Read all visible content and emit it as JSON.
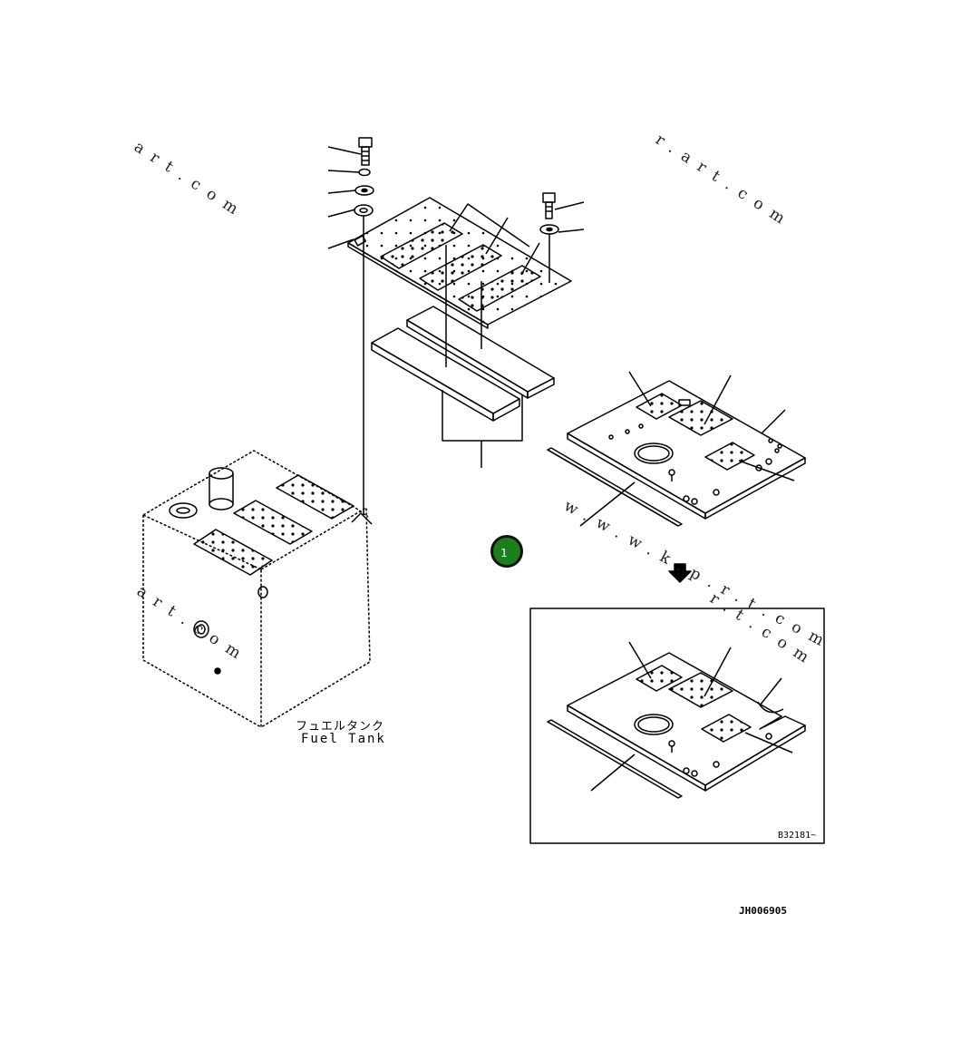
{
  "labels": {
    "fuel_tank_jp": "フュエルタンク",
    "fuel_tank_en": "Fuel Tank",
    "detail_code": "B32181~",
    "drawing_code": "JH006905"
  },
  "marker": {
    "number": "1",
    "color": "#1b7f1b"
  },
  "watermarks": [
    "art.com",
    "r.art.com",
    "w.w.w.k.p.r.t.com",
    "r.t.com",
    "art.com"
  ]
}
